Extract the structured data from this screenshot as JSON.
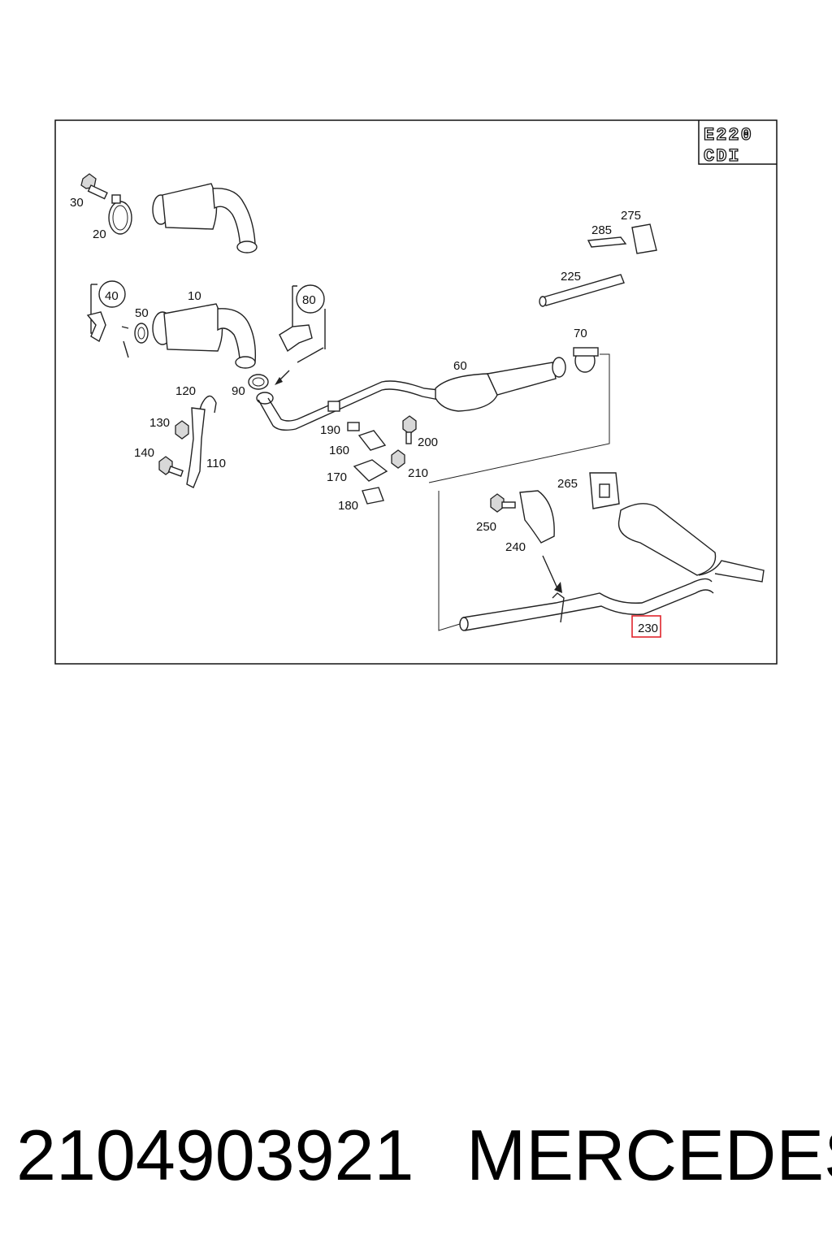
{
  "diagram": {
    "model_badge": {
      "line1": "E220",
      "line2": "CDI"
    },
    "callouts": {
      "c10": "10",
      "c20": "20",
      "c30": "30",
      "c40": "40",
      "c50": "50",
      "c60": "60",
      "c70": "70",
      "c80": "80",
      "c90": "90",
      "c110": "110",
      "c120": "120",
      "c130": "130",
      "c140": "140",
      "c160": "160",
      "c170": "170",
      "c180": "180",
      "c190": "190",
      "c200": "200",
      "c210": "210",
      "c225": "225",
      "c230": "230",
      "c240": "240",
      "c250": "250",
      "c265": "265",
      "c275": "275",
      "c285": "285"
    },
    "highlighted_part": "230",
    "highlight_color": "#e0242c"
  },
  "footer": {
    "part_number": "2104903921",
    "make": "MERCEDES"
  }
}
